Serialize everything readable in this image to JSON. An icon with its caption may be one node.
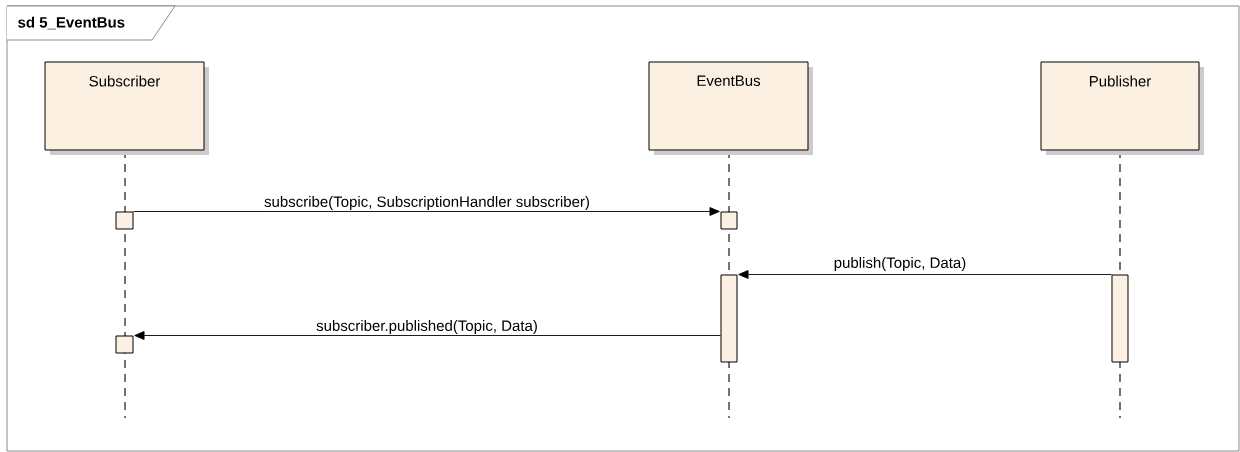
{
  "diagram": {
    "title": "sd 5_EventBus",
    "nodes": [
      {
        "text": [
          "Subscriber"
        ]
      },
      {
        "text": [
          "EventBus"
        ]
      },
      {
        "text": [
          "Publisher"
        ]
      },
      {
        "text": [],
        "shape": "bar"
      },
      {
        "text": [],
        "shape": "bar"
      },
      {
        "text": [],
        "shape": "bar"
      },
      {
        "text": [],
        "shape": "bar"
      },
      {
        "text": [],
        "shape": "bar"
      }
    ],
    "edges": [
      {
        "from": 3,
        "to": 4,
        "arrow": "to",
        "label": "subscribe(Topic, SubscriptionHandler subscriber)"
      },
      {
        "from": 6,
        "to": 5,
        "arrow": "to",
        "label": "publish(Topic, Data)"
      },
      {
        "from": 5,
        "to": 7,
        "arrow": "to",
        "label": "subscriber.published(Topic, Data)"
      }
    ]
  }
}
